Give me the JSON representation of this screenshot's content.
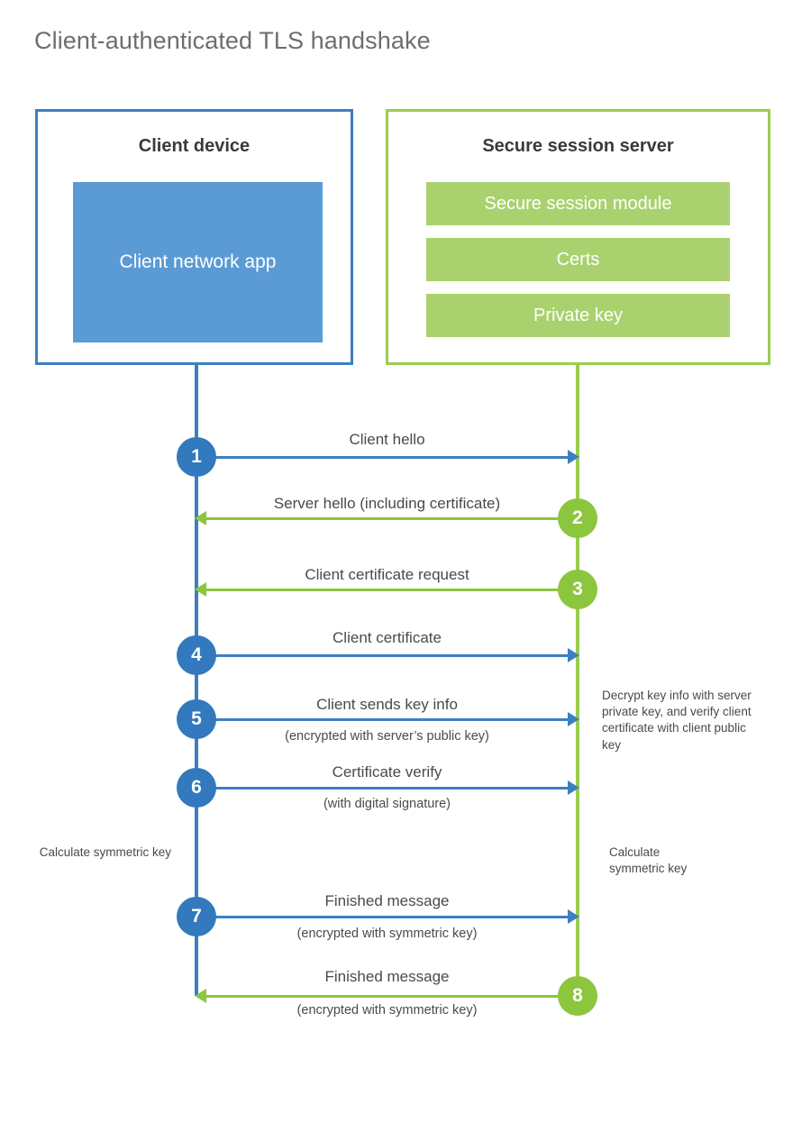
{
  "title": "Client-authenticated TLS handshake",
  "colors": {
    "blue_border": "#3c7fc1",
    "blue_fill": "#5b9bd5",
    "blue_bullet": "#3279bd",
    "green_border": "#9acd4f",
    "green_fill": "#a9d26f",
    "green_bullet": "#8cc63f",
    "title_text": "#6d6e70",
    "body_text": "#4a4a4c"
  },
  "actors": {
    "client": {
      "title": "Client device",
      "app_label": "Client network app"
    },
    "server": {
      "title": "Secure session server",
      "modules": [
        "Secure session module",
        "Certs",
        "Private key"
      ]
    }
  },
  "steps": [
    {
      "number": "1",
      "label": "Client hello",
      "sublabel": "",
      "direction": "client-to-server",
      "color": "blue"
    },
    {
      "number": "2",
      "label": "Server hello (including certificate)",
      "sublabel": "",
      "direction": "server-to-client",
      "color": "green"
    },
    {
      "number": "3",
      "label": "Client certificate request",
      "sublabel": "",
      "direction": "server-to-client",
      "color": "green"
    },
    {
      "number": "4",
      "label": "Client certificate",
      "sublabel": "",
      "direction": "client-to-server",
      "color": "blue"
    },
    {
      "number": "5",
      "label": "Client sends key info",
      "sublabel": "(encrypted with server’s public key)",
      "direction": "client-to-server",
      "color": "blue"
    },
    {
      "number": "6",
      "label": "Certificate verify",
      "sublabel": "(with digital signature)",
      "direction": "client-to-server",
      "color": "blue"
    },
    {
      "number": "7",
      "label": "Finished message",
      "sublabel": "(encrypted with symmetric key)",
      "direction": "client-to-server",
      "color": "blue"
    },
    {
      "number": "8",
      "label": "Finished message",
      "sublabel": "(encrypted with symmetric key)",
      "direction": "server-to-client",
      "color": "green"
    }
  ],
  "annotations": {
    "server_decrypt_note": "Decrypt key info with server private key, and verify client certificate with client public key",
    "client_calculate_note": "Calculate symmetric key",
    "server_calculate_note": "Calculate symmetric key"
  }
}
